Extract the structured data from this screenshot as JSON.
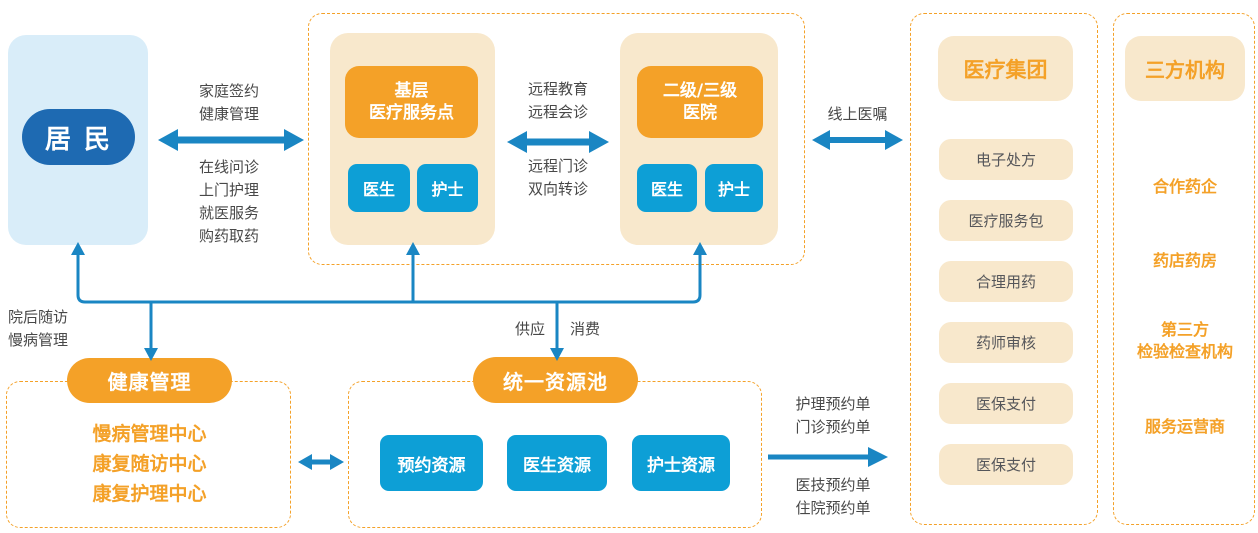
{
  "colors": {
    "accent_orange": "#f4a128",
    "cream": "#f8e8cc",
    "line_blue": "#1a86c3",
    "button_blue": "#0d9fd6",
    "resident_blue": "#1e6ab2",
    "resident_bg": "#d9edf9",
    "text_gray": "#484848"
  },
  "residents": {
    "label": "居 民"
  },
  "network": {
    "primary": {
      "title": "基层\n医疗服务点",
      "staff": [
        "医生",
        "护士"
      ]
    },
    "hospital": {
      "title": "二级/三级\n医院",
      "staff": [
        "医生",
        "护士"
      ]
    }
  },
  "links": {
    "family_top": "家庭签约\n健康管理",
    "family_bottom": "在线问诊\n上门护理\n就医服务\n购药取药",
    "telemedicine_top": "远程教育\n远程会诊",
    "telemedicine_bottom": "远程门诊\n双向转诊",
    "online_order": "线上医嘱",
    "followup": "院后随访\n慢病管理",
    "supply": "供应",
    "consume": "消费",
    "orders_top": "护理预约单\n门诊预约单",
    "orders_bottom": "医技预约单\n住院预约单"
  },
  "medical_group": {
    "title": "医疗集团",
    "items": [
      "电子处方",
      "医疗服务包",
      "合理用药",
      "药师审核",
      "医保支付",
      "医保支付"
    ]
  },
  "third_party": {
    "title": "三方机构",
    "items": [
      "合作药企",
      "药店药房",
      "第三方\n检验检查机构",
      "服务运营商"
    ]
  },
  "health_management": {
    "title": "健康管理",
    "items": [
      "慢病管理中心",
      "康复随访中心",
      "康复护理中心"
    ]
  },
  "resource_pool": {
    "title": "统一资源池",
    "items": [
      "预约资源",
      "医生资源",
      "护士资源"
    ]
  }
}
